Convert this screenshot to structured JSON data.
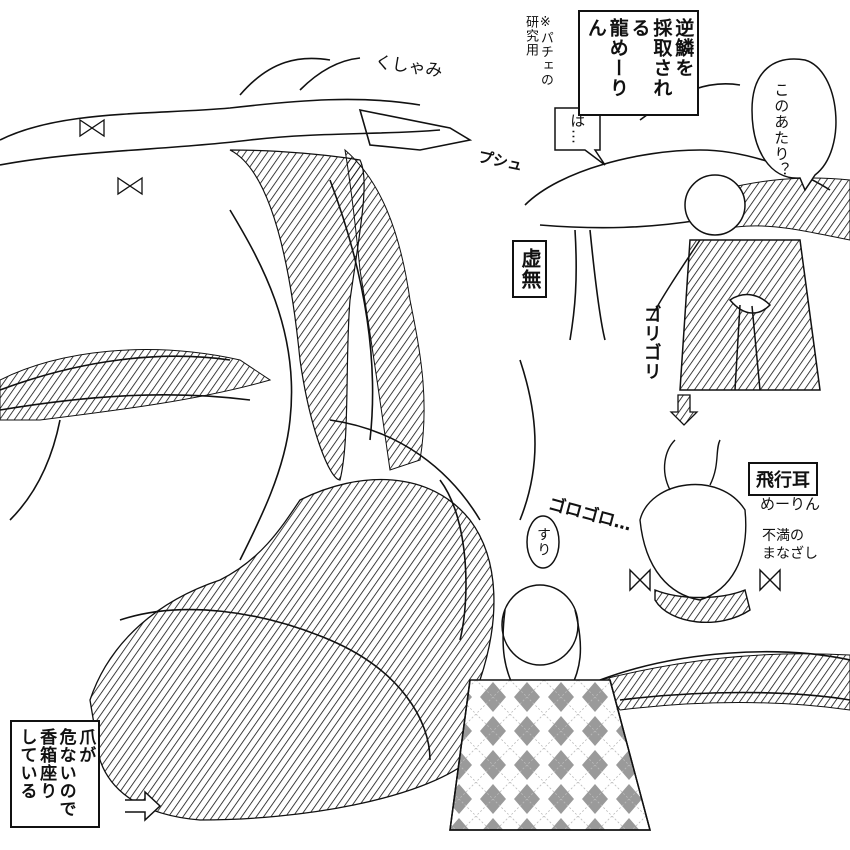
{
  "caption_scale": {
    "lines": [
      "逆鱗を",
      "採取される",
      "龍めーりん"
    ]
  },
  "caption_note": {
    "lines": [
      "※パチェの",
      "研究用"
    ]
  },
  "sfx_sneeze": "くしゃみ",
  "sfx_pushu": "プシュ",
  "bubble_ha": "は…",
  "bubble_here": "このあたり？",
  "caption_kyomu": "虚無",
  "sfx_gori": "ゴリゴリ",
  "label_hikouki": {
    "title": "飛行耳",
    "sub": "めーりん"
  },
  "label_fuman": {
    "lines": [
      "不満の",
      "まなざし"
    ]
  },
  "sfx_goro": "ゴロゴロ…",
  "bubble_suri": "すり",
  "caption_claw": {
    "lines": [
      "爪が",
      "危ないので",
      "香箱座り",
      "している"
    ]
  },
  "colors": {
    "ink": "#111111",
    "paper": "#ffffff",
    "tone": "#9a9a9a"
  }
}
